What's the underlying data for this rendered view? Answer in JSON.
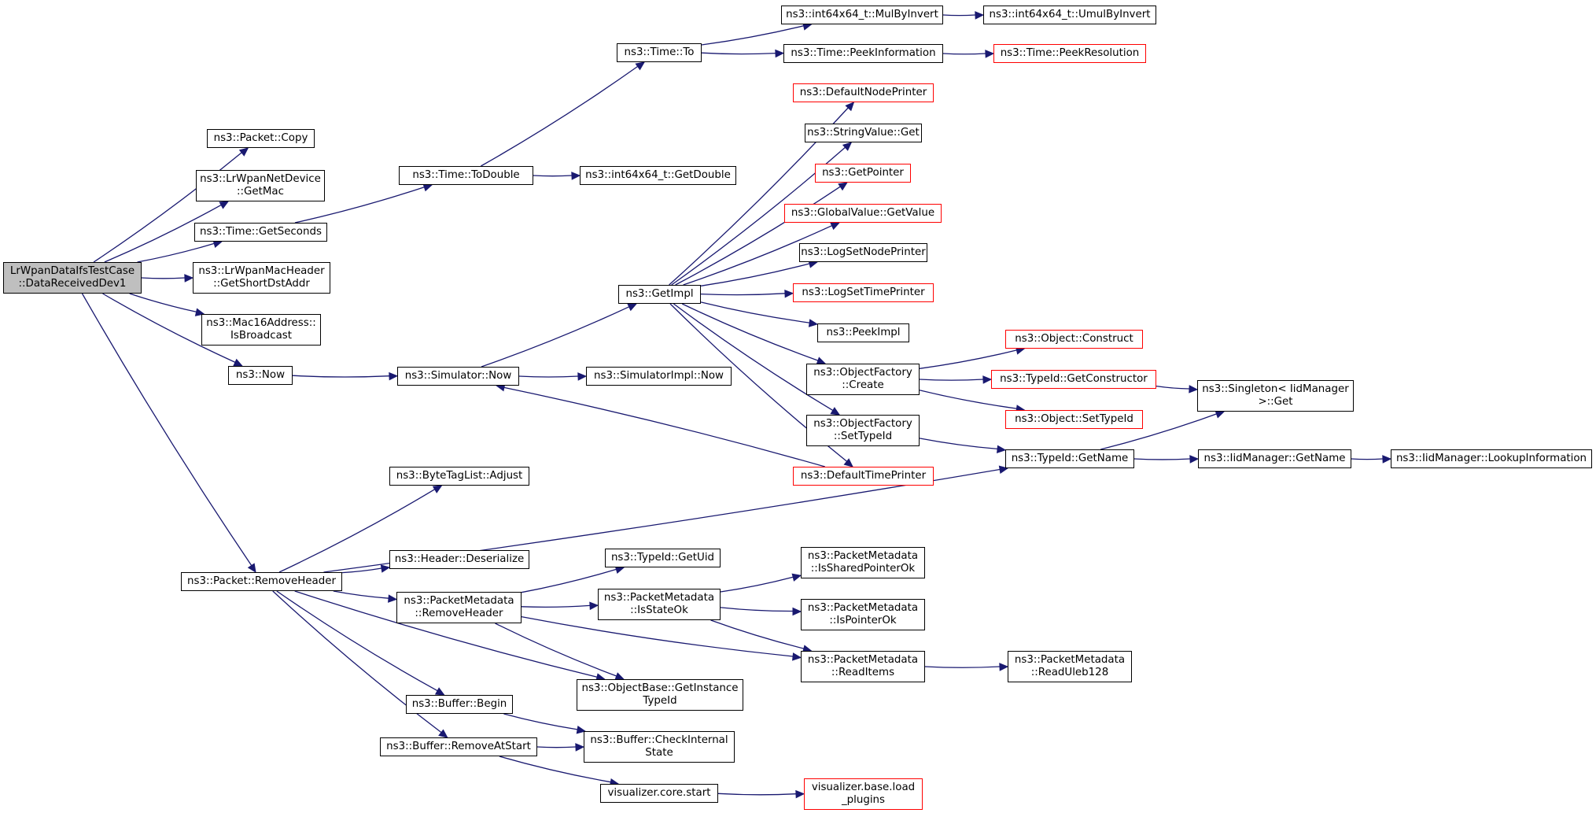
{
  "diagram": {
    "type": "call-graph",
    "colors": {
      "edge": "#191970",
      "node_border": "#000000",
      "truncated_node_border": "#ff0000",
      "root_fill": "#bfbfbf"
    },
    "nodes": [
      {
        "id": "root",
        "label": "LrWpanDataIfsTestCase\n::DataReceivedDev1",
        "root": true
      },
      {
        "id": "pkt_copy",
        "label": "ns3::Packet::Copy"
      },
      {
        "id": "getmac",
        "label": "ns3::LrWpanNetDevice\n::GetMac"
      },
      {
        "id": "getseconds",
        "label": "ns3::Time::GetSeconds"
      },
      {
        "id": "getshortdst",
        "label": "ns3::LrWpanMacHeader\n::GetShortDstAddr"
      },
      {
        "id": "isbroadcast",
        "label": "ns3::Mac16Address::\nIsBroadcast"
      },
      {
        "id": "now",
        "label": "ns3::Now"
      },
      {
        "id": "removeheader",
        "label": "ns3::Packet::RemoveHeader"
      },
      {
        "id": "todouble",
        "label": "ns3::Time::ToDouble"
      },
      {
        "id": "getdouble",
        "label": "ns3::int64x64_t::GetDouble"
      },
      {
        "id": "time_to",
        "label": "ns3::Time::To"
      },
      {
        "id": "mulbyinvert",
        "label": "ns3::int64x64_t::MulByInvert"
      },
      {
        "id": "umulbyinvert",
        "label": "ns3::int64x64_t::UmulByInvert"
      },
      {
        "id": "peekinfo",
        "label": "ns3::Time::PeekInformation"
      },
      {
        "id": "peekres",
        "label": "ns3::Time::PeekResolution",
        "truncated": true
      },
      {
        "id": "sim_now",
        "label": "ns3::Simulator::Now"
      },
      {
        "id": "simimpl_now",
        "label": "ns3::SimulatorImpl::Now"
      },
      {
        "id": "getimpl",
        "label": "ns3::GetImpl"
      },
      {
        "id": "defnodeprinter",
        "label": "ns3::DefaultNodePrinter",
        "truncated": true
      },
      {
        "id": "stringvalue_get",
        "label": "ns3::StringValue::Get"
      },
      {
        "id": "getpointer",
        "label": "ns3::GetPointer",
        "truncated": true
      },
      {
        "id": "globalvalue_getvalue",
        "label": "ns3::GlobalValue::GetValue",
        "truncated": true
      },
      {
        "id": "logsetnodeprinter",
        "label": "ns3::LogSetNodePrinter"
      },
      {
        "id": "logsettimeprinter",
        "label": "ns3::LogSetTimePrinter",
        "truncated": true
      },
      {
        "id": "peekimpl",
        "label": "ns3::PeekImpl"
      },
      {
        "id": "of_create",
        "label": "ns3::ObjectFactory\n::Create"
      },
      {
        "id": "of_settypeid",
        "label": "ns3::ObjectFactory\n::SetTypeId"
      },
      {
        "id": "deftimeprinter",
        "label": "ns3::DefaultTimePrinter",
        "truncated": true
      },
      {
        "id": "obj_construct",
        "label": "ns3::Object::Construct",
        "truncated": true
      },
      {
        "id": "typeid_getconstructor",
        "label": "ns3::TypeId::GetConstructor",
        "truncated": true
      },
      {
        "id": "obj_settypeid",
        "label": "ns3::Object::SetTypeId",
        "truncated": true
      },
      {
        "id": "singleton_get",
        "label": "ns3::Singleton< IidManager\n>::Get"
      },
      {
        "id": "typeid_getname",
        "label": "ns3::TypeId::GetName"
      },
      {
        "id": "iid_getname",
        "label": "ns3::IidManager::GetName"
      },
      {
        "id": "iid_lookup",
        "label": "ns3::IidManager::LookupInformation"
      },
      {
        "id": "btl_adjust",
        "label": "ns3::ByteTagList::Adjust"
      },
      {
        "id": "hdr_deserialize",
        "label": "ns3::Header::Deserialize"
      },
      {
        "id": "pm_removeheader",
        "label": "ns3::PacketMetadata\n::RemoveHeader"
      },
      {
        "id": "typeid_getuid",
        "label": "ns3::TypeId::GetUid"
      },
      {
        "id": "pm_isstateok",
        "label": "ns3::PacketMetadata\n::IsStateOk"
      },
      {
        "id": "pm_issharedptrok",
        "label": "ns3::PacketMetadata\n::IsSharedPointerOk"
      },
      {
        "id": "pm_isptrok",
        "label": "ns3::PacketMetadata\n::IsPointerOk"
      },
      {
        "id": "pm_readitems",
        "label": "ns3::PacketMetadata\n::ReadItems"
      },
      {
        "id": "pm_readuleb",
        "label": "ns3::PacketMetadata\n::ReadUleb128"
      },
      {
        "id": "ob_getinstancetypeid",
        "label": "ns3::ObjectBase::GetInstance\nTypeId"
      },
      {
        "id": "buf_begin",
        "label": "ns3::Buffer::Begin"
      },
      {
        "id": "buf_removeatstart",
        "label": "ns3::Buffer::RemoveAtStart"
      },
      {
        "id": "buf_checkinternal",
        "label": "ns3::Buffer::CheckInternal\nState"
      },
      {
        "id": "viz_start",
        "label": "visualizer.core.start"
      },
      {
        "id": "viz_load",
        "label": "visualizer.base.load\n_plugins",
        "truncated": true
      }
    ],
    "edges": [
      [
        "root",
        "pkt_copy"
      ],
      [
        "root",
        "getmac"
      ],
      [
        "root",
        "getseconds"
      ],
      [
        "root",
        "getshortdst"
      ],
      [
        "root",
        "isbroadcast"
      ],
      [
        "root",
        "now"
      ],
      [
        "root",
        "removeheader"
      ],
      [
        "getseconds",
        "todouble"
      ],
      [
        "todouble",
        "getdouble"
      ],
      [
        "todouble",
        "time_to"
      ],
      [
        "time_to",
        "mulbyinvert"
      ],
      [
        "mulbyinvert",
        "umulbyinvert"
      ],
      [
        "time_to",
        "peekinfo"
      ],
      [
        "peekinfo",
        "peekres"
      ],
      [
        "now",
        "sim_now"
      ],
      [
        "sim_now",
        "simimpl_now"
      ],
      [
        "sim_now",
        "getimpl"
      ],
      [
        "getimpl",
        "defnodeprinter"
      ],
      [
        "getimpl",
        "stringvalue_get"
      ],
      [
        "getimpl",
        "getpointer"
      ],
      [
        "getimpl",
        "globalvalue_getvalue"
      ],
      [
        "getimpl",
        "logsetnodeprinter"
      ],
      [
        "getimpl",
        "logsettimeprinter"
      ],
      [
        "getimpl",
        "peekimpl"
      ],
      [
        "getimpl",
        "of_create"
      ],
      [
        "getimpl",
        "of_settypeid"
      ],
      [
        "getimpl",
        "deftimeprinter"
      ],
      [
        "deftimeprinter",
        "sim_now"
      ],
      [
        "of_create",
        "obj_construct"
      ],
      [
        "of_create",
        "typeid_getconstructor"
      ],
      [
        "of_create",
        "obj_settypeid"
      ],
      [
        "typeid_getconstructor",
        "singleton_get"
      ],
      [
        "of_settypeid",
        "typeid_getname"
      ],
      [
        "typeid_getname",
        "singleton_get"
      ],
      [
        "typeid_getname",
        "iid_getname"
      ],
      [
        "iid_getname",
        "iid_lookup"
      ],
      [
        "removeheader",
        "btl_adjust"
      ],
      [
        "removeheader",
        "typeid_getname"
      ],
      [
        "removeheader",
        "hdr_deserialize"
      ],
      [
        "removeheader",
        "pm_removeheader"
      ],
      [
        "removeheader",
        "ob_getinstancetypeid"
      ],
      [
        "removeheader",
        "buf_begin"
      ],
      [
        "removeheader",
        "buf_removeatstart"
      ],
      [
        "pm_removeheader",
        "typeid_getuid"
      ],
      [
        "pm_removeheader",
        "pm_isstateok"
      ],
      [
        "pm_removeheader",
        "ob_getinstancetypeid"
      ],
      [
        "pm_removeheader",
        "pm_readitems"
      ],
      [
        "pm_isstateok",
        "pm_issharedptrok"
      ],
      [
        "pm_isstateok",
        "pm_isptrok"
      ],
      [
        "pm_isstateok",
        "pm_readitems"
      ],
      [
        "pm_readitems",
        "pm_readuleb"
      ],
      [
        "buf_begin",
        "buf_checkinternal"
      ],
      [
        "buf_removeatstart",
        "buf_checkinternal"
      ],
      [
        "buf_removeatstart",
        "viz_start"
      ],
      [
        "viz_start",
        "viz_load"
      ]
    ]
  }
}
